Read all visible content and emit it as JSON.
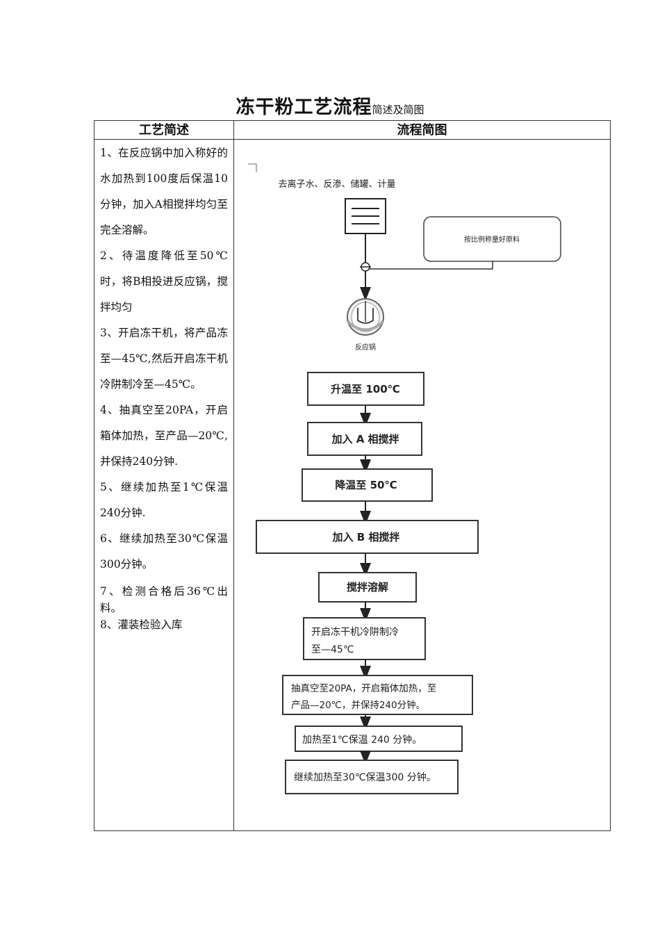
{
  "title": {
    "main": "冻干粉工艺流程",
    "sub": "简述及简图"
  },
  "table": {
    "col_left_header": "工艺简述",
    "col_right_header": "流程简图"
  },
  "steps": [
    "1、在反应锅中加入称好的水加热到100度后保温10分钟，加入A相搅拌均匀至完全溶解。",
    "2、待温度降低至50℃时，将B相投进反应锅，搅拌均匀",
    "3、开启冻干机，将产品冻至—45℃,然后开启冻干机冷阱制冷至—45℃。",
    "4、抽真空至20PA，开启箱体加热，至产品—20℃,并保持240分钟.",
    "5、继续加热至1℃保温240分钟.",
    "6、继续加热至30℃保温300分钟。",
    "7、检测合格后36℃出料。",
    "8、灌装检验入库"
  ],
  "flow": {
    "water_label": "去离子水、反渗、储罐、计量",
    "weigh_label": "按比例称量好原料",
    "reactor_label": "反应锅",
    "boxes": [
      "升温至 100℃",
      "加入 A 相搅拌",
      "降温至 50℃",
      "加入 B 相搅拌",
      "搅拌溶解",
      "开启冻干机冷阱制冷",
      "至—45℃",
      "抽真空至20PA，开启箱体加热，至",
      "产品—20℃，并保持240分钟。",
      "加热至1℃保温 240 分钟。",
      "继续加热至30℃保温300 分钟。"
    ]
  }
}
